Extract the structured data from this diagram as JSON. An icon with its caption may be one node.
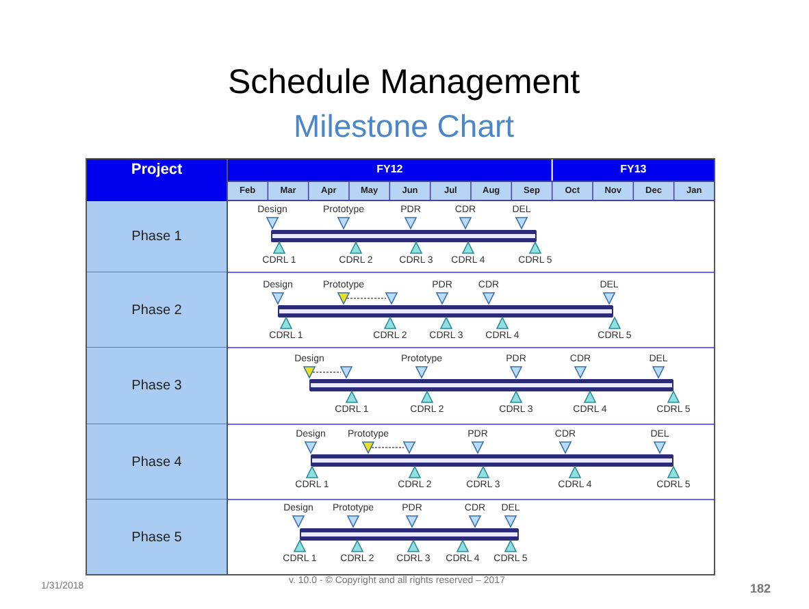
{
  "diagram": {
    "title": "Schedule Management",
    "labels": [
      "Milestone Chart",
      "Project",
      "FY12",
      "FY13",
      "Feb",
      "Mar",
      "Apr",
      "May",
      "Jun",
      "Jul",
      "Aug",
      "Sep",
      "Oct",
      "Nov",
      "Dec",
      "Jan",
      "Phase 1",
      "Design",
      "Prototype",
      "PDR",
      "CDR",
      "DEL",
      "CDRL 1",
      "CDRL 2",
      "CDRL 3",
      "CDRL 4",
      "CDRL 5",
      "Phase 2",
      "Design",
      "Prototype",
      "PDR",
      "CDR",
      "DEL",
      "CDRL 1",
      "CDRL 2",
      "CDRL 3",
      "CDRL 4",
      "CDRL 5",
      "Phase 3",
      "Design",
      "Prototype",
      "PDR",
      "CDR",
      "DEL",
      "CDRL 1",
      "CDRL 2",
      "CDRL 3",
      "CDRL 4",
      "CDRL 5",
      "Phase 4",
      "Design",
      "Prototype",
      "PDR",
      "CDR",
      "DEL",
      "CDRL 1",
      "CDRL 2",
      "CDRL 3",
      "CDRL 4",
      "CDRL 5",
      "Phase 5",
      "Design",
      "Prototype",
      "PDR",
      "CDR",
      "DEL",
      "CDRL 1",
      "CDRL 2",
      "CDRL 3",
      "CDRL 4",
      "CDRL 5",
      "1/31/2018",
      "v. 10.0 - © Copyright and all rights reserved – 2017",
      "182"
    ]
  }
}
